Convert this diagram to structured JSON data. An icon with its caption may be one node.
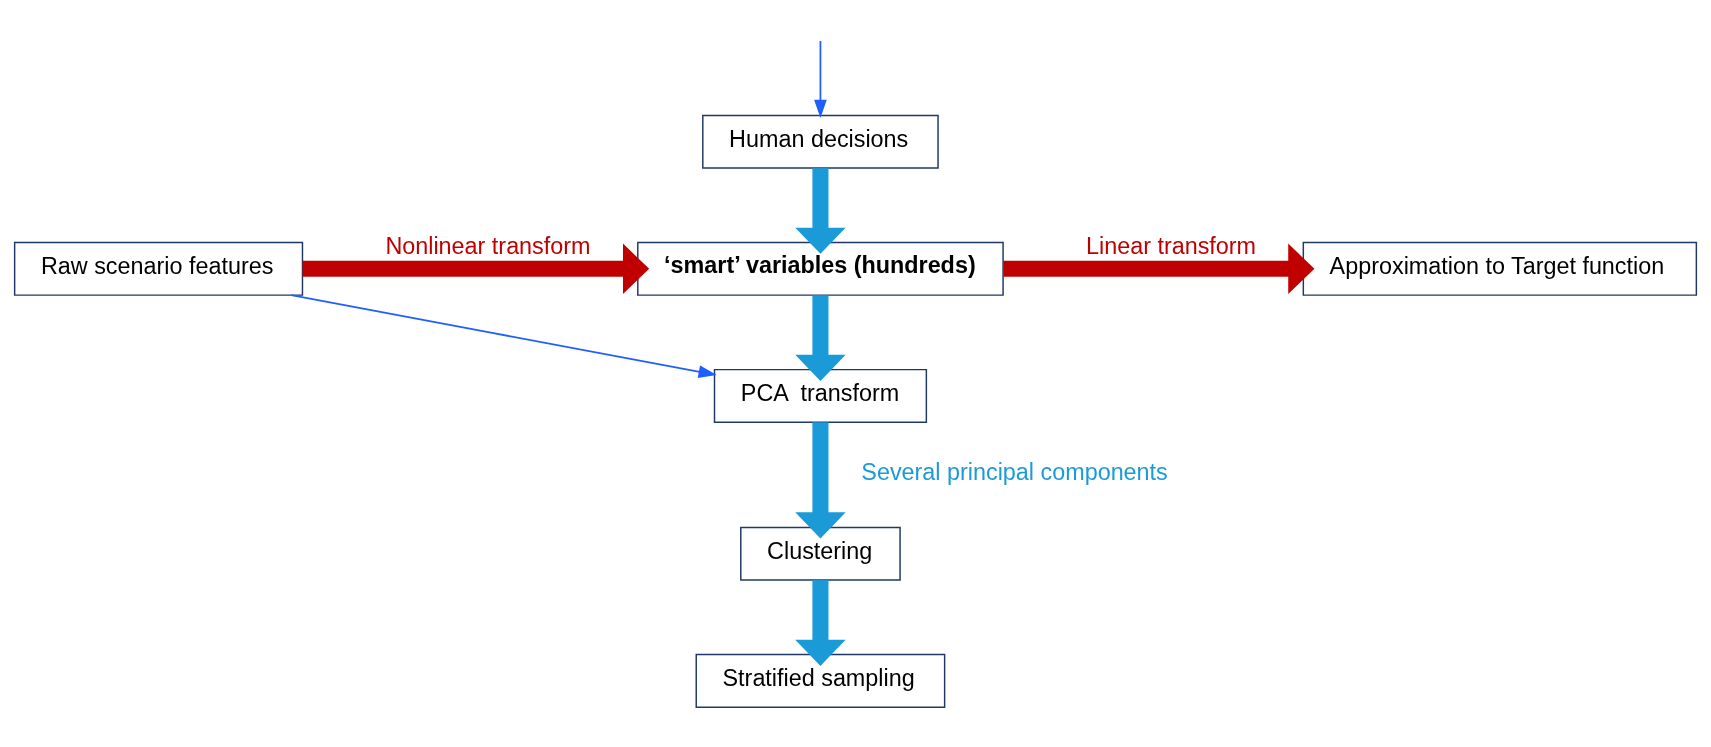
{
  "diagram": {
    "nodes": [
      {
        "text": [
          "Human decisions"
        ]
      },
      {
        "text": [
          "Raw scenario features"
        ]
      },
      {
        "text": [
          "‘smart’ variables (hundreds)"
        ]
      },
      {
        "text": [
          "Approximation to Target function"
        ]
      },
      {
        "text": [
          "PCA  transform"
        ]
      },
      {
        "text": [
          "Clustering"
        ]
      },
      {
        "text": [
          "Stratified sampling"
        ]
      }
    ],
    "edges": [
      {
        "from": null,
        "to": 0,
        "arrow": "to",
        "color": "#1f5fff"
      },
      {
        "from": 0,
        "to": 2,
        "arrow": "to"
      },
      {
        "from": 1,
        "to": 2,
        "arrow": "to",
        "label": "Nonlinear transform",
        "color": "#c00000"
      },
      {
        "from": 2,
        "to": 3,
        "arrow": "to",
        "label": "Linear transform",
        "color": "#c00000"
      },
      {
        "from": 2,
        "to": 4,
        "arrow": "to"
      },
      {
        "from": 1,
        "to": 4,
        "arrow": "to",
        "color": "#1f5fff"
      },
      {
        "from": 4,
        "to": 5,
        "arrow": "to",
        "label": "Several principal components"
      },
      {
        "from": 5,
        "to": 6,
        "arrow": "to"
      }
    ]
  }
}
